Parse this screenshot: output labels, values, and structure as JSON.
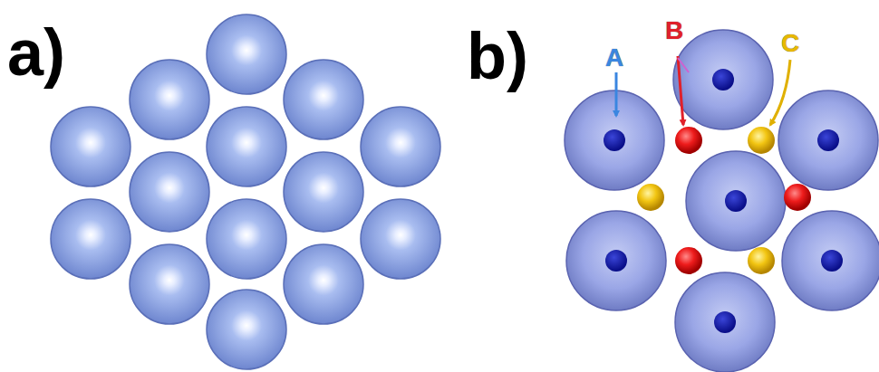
{
  "diagram": {
    "labels": [
      "a)",
      "b)",
      "A",
      "B",
      "C"
    ]
  }
}
